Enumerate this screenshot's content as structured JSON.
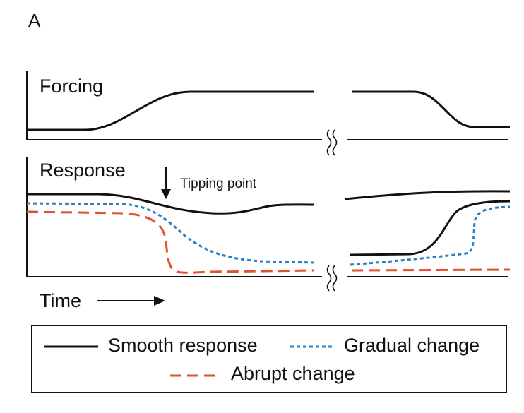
{
  "panel_label": "A",
  "forcing_label": "Forcing",
  "response_label": "Response",
  "annotation": "Tipping point",
  "time_label": "Time",
  "legend": {
    "smooth": "Smooth response",
    "gradual": "Gradual change",
    "abrupt": "Abrupt change"
  },
  "colors": {
    "smooth": "#111111",
    "gradual": "#2a7fc1",
    "abrupt": "#e0522a"
  },
  "icons": {
    "axis_break": "double-wavy-break-icon",
    "time_arrow": "right-arrow-icon",
    "tipping_arrow": "down-arrow-icon"
  }
}
